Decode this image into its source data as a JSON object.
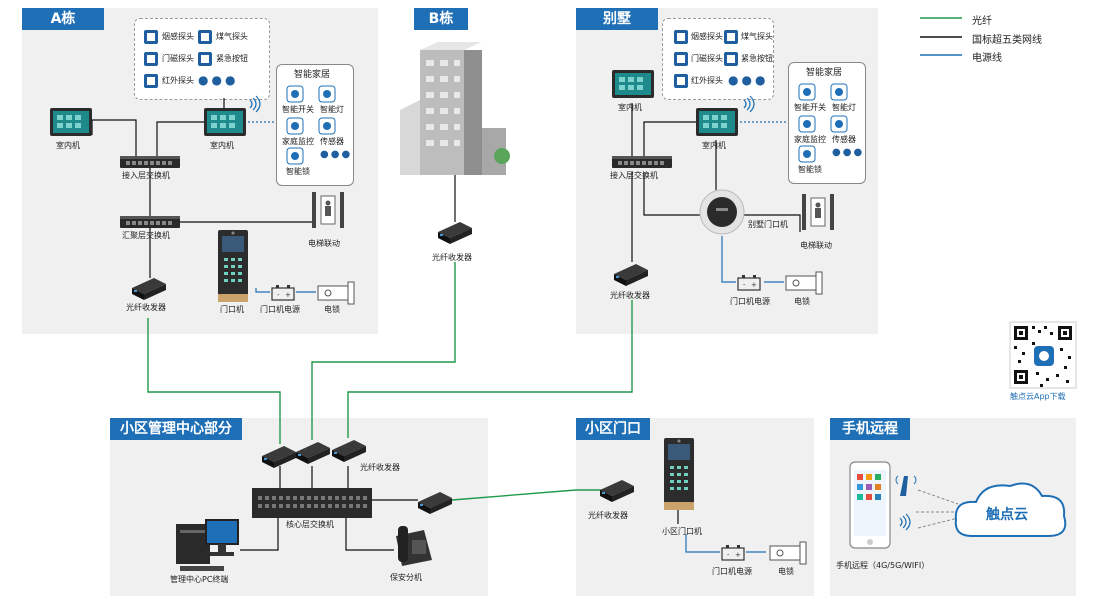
{
  "legend": {
    "fiber": "光纤",
    "cat5e": "国标超五类网线",
    "power": "电源线",
    "colors": {
      "fiber": "#1f9a4a",
      "cat5e": "#111111",
      "power": "#1f6fb6"
    }
  },
  "sections": {
    "a": "A栋",
    "b": "B栋",
    "villa": "别墅",
    "mgmt": "小区管理中心部分",
    "gate": "小区门口",
    "remote": "手机远程"
  },
  "a_bldg": {
    "indoor1": "室内机",
    "indoor2": "室内机",
    "access_switch": "接入层交换机",
    "agg_switch": "汇聚层交换机",
    "transceiver": "光纤收发器",
    "door_unit": "门口机",
    "door_power": "门口机电源",
    "lock": "电锁",
    "elevator": "电梯联动",
    "sensors": [
      "烟感探头",
      "煤气探头",
      "门磁探头",
      "紧急按钮",
      "红外探头"
    ],
    "smart_home": {
      "title": "智能家居",
      "items": [
        "智能开关",
        "智能灯",
        "家庭监控",
        "传感器",
        "智能锁"
      ]
    }
  },
  "b_bldg": {
    "transceiver": "光纤收发器"
  },
  "villa": {
    "indoor1": "室内机",
    "indoor2": "室内机",
    "access_switch": "接入层交换机",
    "transceiver": "光纤收发器",
    "villa_door": "别墅门口机",
    "door_power": "门口机电源",
    "lock": "电锁",
    "elevator": "电梯联动",
    "sensors": [
      "烟感探头",
      "煤气探头",
      "门磁探头",
      "紧急按钮",
      "红外探头"
    ],
    "smart_home": {
      "title": "智能家居",
      "items": [
        "智能开关",
        "智能灯",
        "家庭监控",
        "传感器",
        "智能锁"
      ]
    }
  },
  "mgmt": {
    "transceivers": "光纤收发器",
    "core_switch": "核心层交换机",
    "pc": "管理中心PC终端",
    "guard": "保安分机"
  },
  "gate": {
    "transceiver": "光纤收发器",
    "door": "小区门口机",
    "door_power": "门口机电源",
    "lock": "电锁"
  },
  "remote": {
    "phone": "手机远程（4G/5G/WIFI）",
    "cloud": "触点云"
  },
  "qr": {
    "caption": "触点云App下载"
  }
}
